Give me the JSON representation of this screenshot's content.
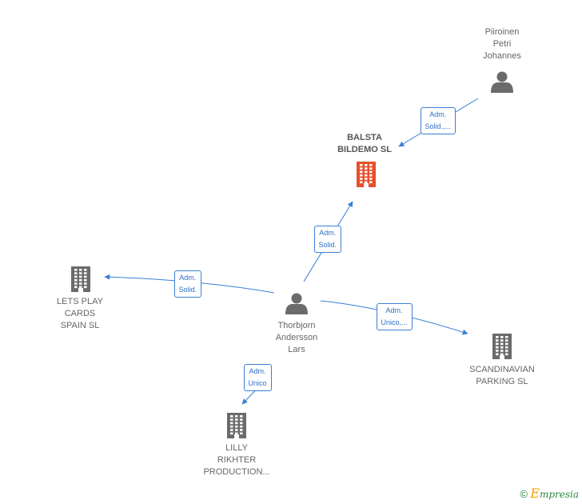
{
  "colors": {
    "edge": "#3a7fd5",
    "person_icon": "#6b6b6b",
    "company_icon": "#6b6b6b",
    "focus_company_icon": "#e8502a"
  },
  "nodes": [
    {
      "id": "piiroinen",
      "type": "person",
      "lines": [
        "Piiroinen",
        "Petri",
        "Johannes"
      ]
    },
    {
      "id": "balsta",
      "type": "company-focus",
      "lines": [
        "BALSTA",
        "BILDEMO  SL"
      ]
    },
    {
      "id": "thorbjorn",
      "type": "person",
      "lines": [
        "Thorbjorn",
        "Andersson",
        "Lars"
      ]
    },
    {
      "id": "lets-play",
      "type": "company",
      "lines": [
        "LETS PLAY",
        "CARDS",
        "SPAIN  SL"
      ]
    },
    {
      "id": "scandinavian",
      "type": "company",
      "lines": [
        "SCANDINAVIAN",
        "PARKING  SL"
      ]
    },
    {
      "id": "lilly",
      "type": "company",
      "lines": [
        "LILLY",
        "RIKHTER",
        "PRODUCTION..."
      ]
    }
  ],
  "edges": [
    {
      "from": "piiroinen",
      "to": "balsta",
      "label": [
        "Adm.",
        "Solid.,..."
      ]
    },
    {
      "from": "thorbjorn",
      "to": "balsta",
      "label": [
        "Adm.",
        "Solid."
      ]
    },
    {
      "from": "thorbjorn",
      "to": "lets-play",
      "label": [
        "Adm.",
        "Solid."
      ]
    },
    {
      "from": "thorbjorn",
      "to": "scandinavian",
      "label": [
        "Adm.",
        "Unico,..."
      ]
    },
    {
      "from": "thorbjorn",
      "to": "lilly",
      "label": [
        "Adm.",
        "Unico"
      ]
    }
  ],
  "brand": {
    "copyright": "©",
    "name_first": "E",
    "name_rest": "mpresia"
  }
}
